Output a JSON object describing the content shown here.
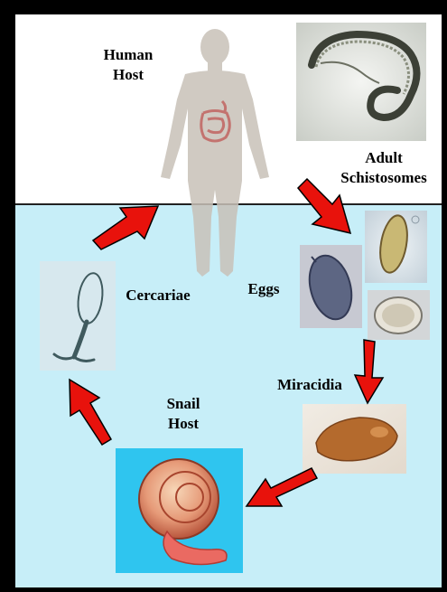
{
  "labels": {
    "human_host": "Human\nHost",
    "adult": "Adult\nSchistosomes",
    "eggs": "Eggs",
    "miracidia": "Miracidia",
    "snail_host": "Snail\nHost",
    "cercariae": "Cercariae"
  },
  "colors": {
    "arrow_fill": "#e8120c",
    "arrow_stroke": "#000000",
    "water": "#c7eef8",
    "land": "#ffffff",
    "human_silhouette": "#c8c1b8"
  },
  "icons": [
    "human-silhouette-icon",
    "adult-worm-photo",
    "egg-photo",
    "miracidium-photo",
    "snail-photo",
    "cercaria-photo",
    "arrow-icon"
  ]
}
